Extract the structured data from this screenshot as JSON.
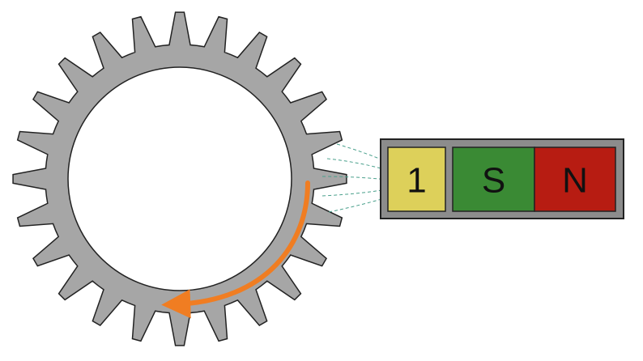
{
  "sensor": {
    "labels": [
      "1",
      "S",
      "N"
    ]
  },
  "gear": {
    "tooth_count": 24,
    "rotation": "clockwise"
  },
  "colors": {
    "gear": "#a6a6a6",
    "outline": "#222222",
    "sensor_housing": "#8c8c8c",
    "sensor_1": "#ddd05a",
    "pole_s": "#3a8a34",
    "pole_n": "#b71c12",
    "arrow": "#f07d22",
    "field_lines": "#4aa08c"
  }
}
